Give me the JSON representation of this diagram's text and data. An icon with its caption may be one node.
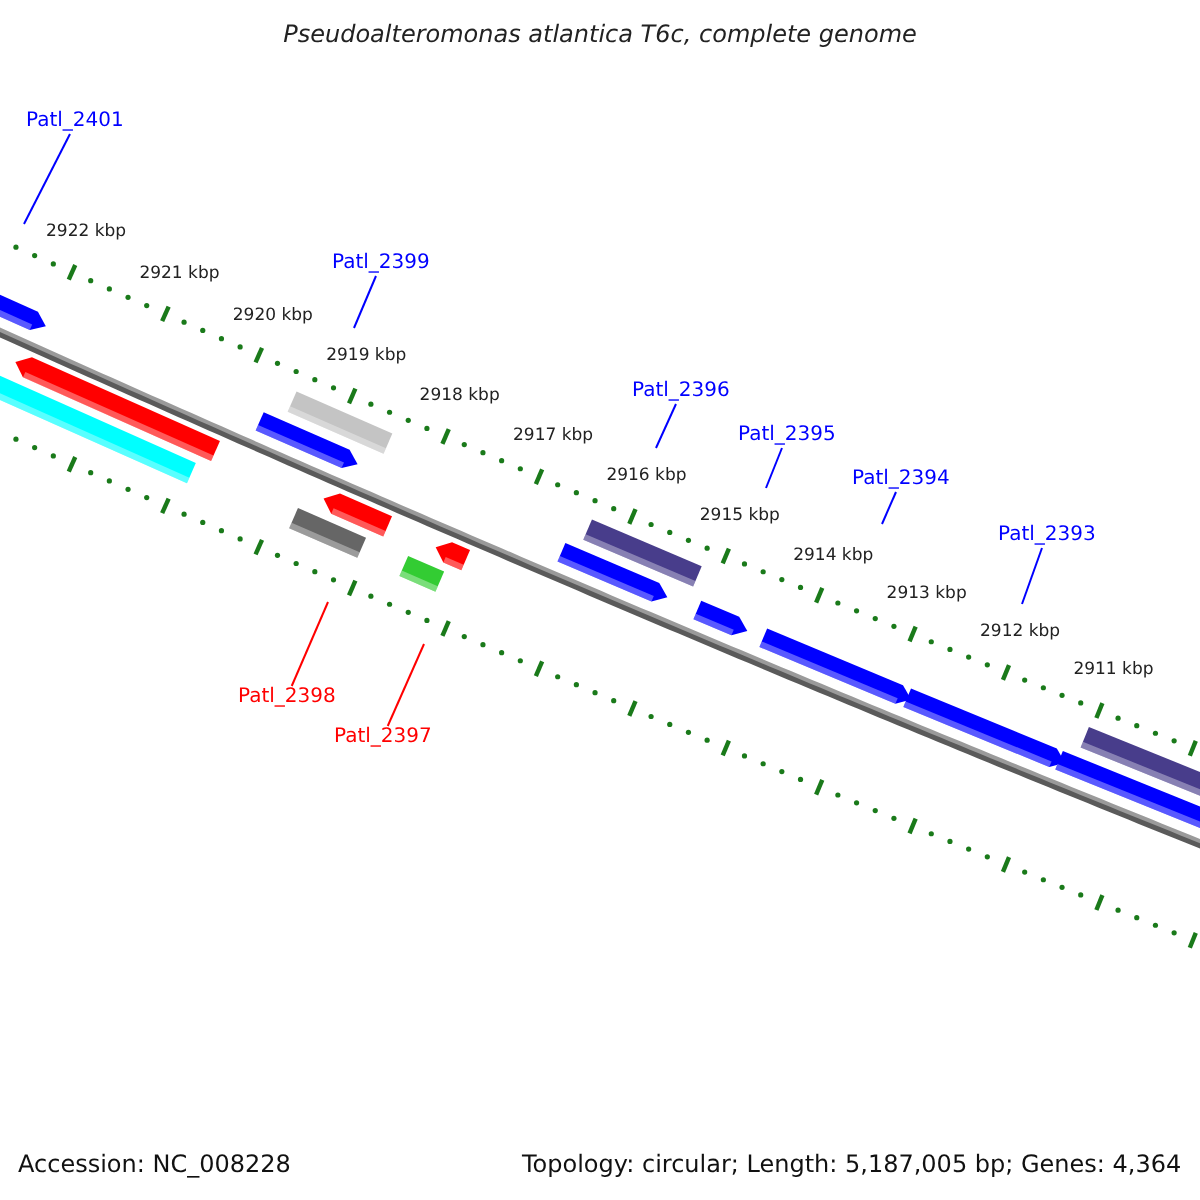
{
  "diagram": {
    "title": "Pseudoalteromonas atlantica T6c, complete genome",
    "nodes": [
      {
        "text": [
          "Patl_2401"
        ]
      },
      {
        "text": [
          "Patl_2399"
        ]
      },
      {
        "text": [
          "Patl_2396"
        ]
      },
      {
        "text": [
          "Patl_2395"
        ]
      },
      {
        "text": [
          "Patl_2394"
        ]
      },
      {
        "text": [
          "Patl_2393"
        ]
      },
      {
        "text": [
          "Patl_2398"
        ]
      },
      {
        "text": [
          "Patl_2397"
        ]
      }
    ],
    "edges": [
      {
        "from": 0,
        "to": null,
        "arrow": "none"
      },
      {
        "from": 1,
        "to": null,
        "arrow": "none"
      },
      {
        "from": 2,
        "to": null,
        "arrow": "none"
      },
      {
        "from": 3,
        "to": null,
        "arrow": "none"
      },
      {
        "from": 4,
        "to": null,
        "arrow": "none"
      },
      {
        "from": 5,
        "to": null,
        "arrow": "none"
      },
      {
        "from": 6,
        "to": null,
        "arrow": "none",
        "color": "#ff0000"
      },
      {
        "from": 7,
        "to": null,
        "arrow": "none",
        "color": "#ff0000"
      }
    ],
    "labels": [
      "2922 kbp",
      "2921 kbp",
      "2920 kbp",
      "2919 kbp",
      "2918 kbp",
      "2917 kbp",
      "2916 kbp",
      "2915 kbp",
      "2914 kbp",
      "2913 kbp",
      "2912 kbp",
      "2911 kbp",
      "Accession: NC_008228",
      "Topology: circular; Length: 5,187,005 bp; Genes: 4,364"
    ]
  }
}
